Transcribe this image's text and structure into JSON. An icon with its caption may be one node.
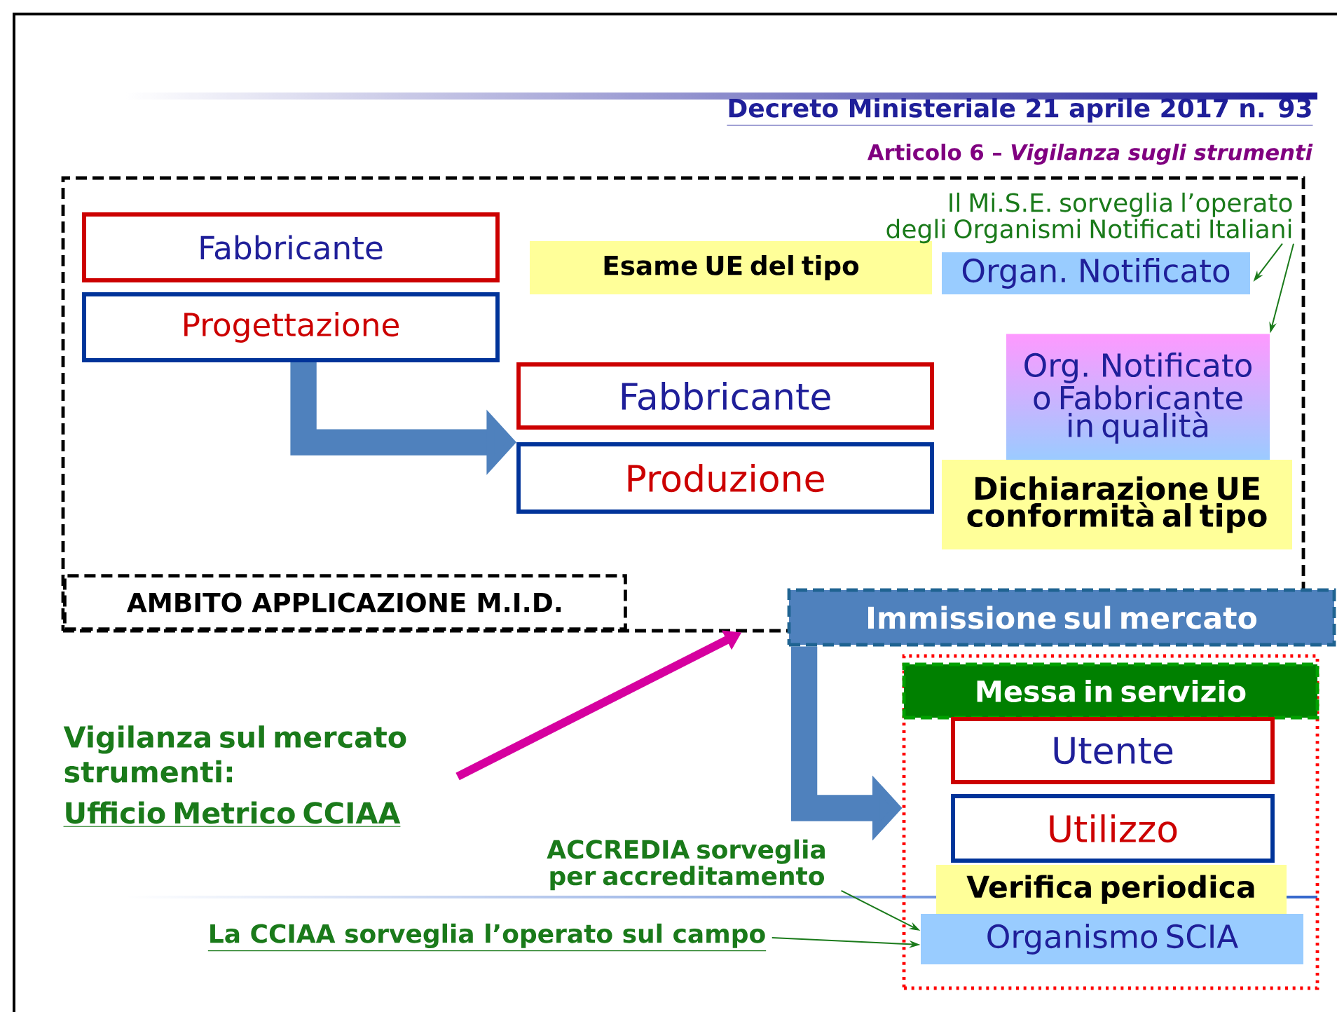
{
  "diagram": {
    "title": "Decreto Ministeriale 21 aprile 2017 n. 93",
    "nodes": [
      {
        "text": [
          "AMBITO APPLICAZIONE M.I.D."
        ]
      },
      {
        "text": [
          "Fabbricante"
        ],
        "in": 0
      },
      {
        "text": [
          "Progettazione"
        ],
        "in": 0
      },
      {
        "text": [
          "Esame UE del tipo"
        ],
        "in": 0
      },
      {
        "text": [
          "Il Mi.S.E. sorveglia l’operato degli Organismi Notificati Italiani"
        ],
        "in": 0
      },
      {
        "text": [
          "Organ. Notificato"
        ],
        "in": 0
      },
      {
        "text": [
          "Org. Notificato o Fabbricante in qualità"
        ],
        "in": 0
      },
      {
        "text": [
          "Fabbricante"
        ],
        "in": 0
      },
      {
        "text": [
          "Produzione"
        ],
        "in": 0
      },
      {
        "text": [
          "Dichiarazione UE conformità al tipo"
        ],
        "in": 0
      },
      {
        "text": [
          "Immissione sul mercato"
        ]
      },
      {
        "text": [
          "Vigilanza sul mercato strumenti:",
          "Ufficio Metrico CCIAA"
        ]
      },
      {
        "text": [],
        "shape": "box"
      },
      {
        "text": [
          "Messa in servizio"
        ],
        "in": 12
      },
      {
        "text": [
          "Utente"
        ],
        "in": 12
      },
      {
        "text": [
          "Utilizzo"
        ],
        "in": 12
      },
      {
        "text": [
          "Verifica periodica"
        ],
        "in": 12
      },
      {
        "text": [
          "Organismo SCIA"
        ],
        "in": 12
      },
      {
        "text": [
          "ACCREDIA sorveglia per accreditamento"
        ]
      },
      {
        "text": [
          "La CCIAA sorveglia l’operato sul campo"
        ]
      }
    ],
    "edges": [
      {
        "from": 2,
        "to": 8,
        "arrow": "to",
        "style": "thick",
        "color": "#4f81bd"
      },
      {
        "from": 4,
        "to": 5,
        "arrow": "to"
      },
      {
        "from": 4,
        "to": 6,
        "arrow": "to"
      },
      {
        "from": 11,
        "to": 0,
        "arrow": "to",
        "style": "thick",
        "color": "#d6009f"
      },
      {
        "from": 10,
        "to": 12,
        "arrow": "to",
        "style": "thick",
        "color": "#4f81bd"
      },
      {
        "from": 18,
        "to": 17,
        "arrow": "to"
      },
      {
        "from": 19,
        "to": 17,
        "arrow": "to"
      }
    ],
    "labels": [
      "Articolo 6 – *Vigilanza sugli strumenti*"
    ]
  }
}
